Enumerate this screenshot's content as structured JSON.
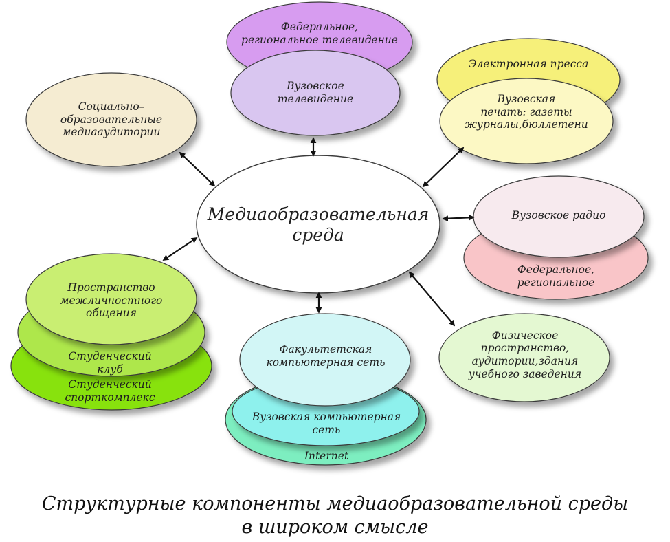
{
  "center": {
    "lines": [
      "Медиаобразовательная",
      "среда"
    ]
  },
  "nodes": {
    "tv_federal": {
      "lines": [
        "Федеральное,",
        "региональное телевидение"
      ],
      "color": "#d79cf0"
    },
    "tv_univ": {
      "lines": [
        "Вузовское",
        "телевидение"
      ],
      "color": "#d9c6f0"
    },
    "press_el": {
      "lines": [
        "Электронная пресса"
      ],
      "color": "#f6f07a"
    },
    "press_univ": {
      "lines": [
        "Вузовская",
        "печать: газеты",
        "журналы,бюллетени"
      ],
      "color": "#fcf8c4"
    },
    "audience": {
      "lines": [
        "Социально–",
        "образовательные",
        "медиааудитории"
      ],
      "color": "#f5ecd2"
    },
    "radio_univ": {
      "lines": [
        "Вузовское радио"
      ],
      "color": "#f7eaee"
    },
    "radio_fed": {
      "lines": [
        "Федеральное,",
        "региональное"
      ],
      "color": "#f9c5c8"
    },
    "space_inter": {
      "lines": [
        "Пространство",
        "межличностного",
        "общения"
      ],
      "color": "#c9ee72"
    },
    "club": {
      "lines": [
        "Студенческий",
        "клуб"
      ],
      "color": "#aee74c"
    },
    "sport": {
      "lines": [
        "Студенческий",
        "спорткомплекс"
      ],
      "color": "#88e210"
    },
    "faculty_net": {
      "lines": [
        "Факультетская",
        "компьютерная сеть"
      ],
      "color": "#d2f6f6"
    },
    "univ_net": {
      "lines": [
        "Вузовская компьютерная",
        "сеть"
      ],
      "color": "#8ef1ed"
    },
    "internet": {
      "lines": [
        "Internet"
      ],
      "color": "#7deec0"
    },
    "physical": {
      "lines": [
        "Физическое",
        "пространство,",
        "аудитории,здания",
        "учебного заведения"
      ],
      "color": "#e4f8d2"
    }
  },
  "caption": {
    "line1": "Структурные компоненты медиаобразовательной среды",
    "line2": "в широком смысле"
  },
  "colors": {
    "outline": "#3a3a3a",
    "arrow": "#111111",
    "center_fill": "#ffffff"
  }
}
